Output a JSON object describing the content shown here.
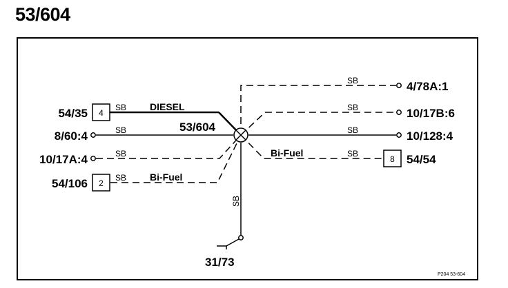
{
  "page_title": "53/604",
  "splice_label": "53/604",
  "left": {
    "c1": {
      "id": "54/35",
      "pin": "4",
      "wire": "SB",
      "tag": "DIESEL"
    },
    "c2": {
      "id": "8/60:4",
      "wire": "SB"
    },
    "c3": {
      "id": "10/17A:4",
      "wire": "SB"
    },
    "c4": {
      "id": "54/106",
      "pin": "2",
      "wire": "SB",
      "tag": "Bi-Fuel"
    }
  },
  "right": {
    "c1": {
      "id": "4/78A:1",
      "wire": "SB"
    },
    "c2": {
      "id": "10/17B:6",
      "wire": "SB"
    },
    "c3": {
      "id": "10/128:4",
      "wire": "SB"
    },
    "c4": {
      "id": "54/54",
      "pin": "8",
      "wire": "SB",
      "tag": "Bi-Fuel"
    }
  },
  "ground": {
    "id": "31/73",
    "wire": "SB"
  },
  "footer": "P204  53-604"
}
